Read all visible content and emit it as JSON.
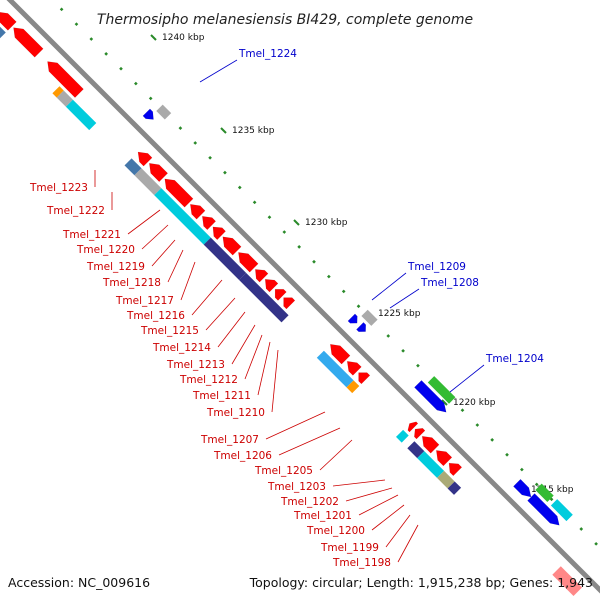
{
  "title": "Thermosipho melanesiensis BI429, complete genome",
  "footer": {
    "accession": "Accession: NC_009616",
    "summary": "Topology: circular; Length: 1,915,238 bp; Genes: 1,943"
  },
  "kbp_labels": [
    "1240 kbp",
    "1235 kbp",
    "1230 kbp",
    "1225 kbp",
    "1220 kbp",
    "1215 kbp"
  ],
  "gene_labels": {
    "reverse": [
      "Tmel_1223",
      "Tmel_1222",
      "Tmel_1221",
      "Tmel_1220",
      "Tmel_1219",
      "Tmel_1218",
      "Tmel_1217",
      "Tmel_1216",
      "Tmel_1215",
      "Tmel_1214",
      "Tmel_1213",
      "Tmel_1212",
      "Tmel_1211",
      "Tmel_1210",
      "Tmel_1207",
      "Tmel_1206",
      "Tmel_1205",
      "Tmel_1203",
      "Tmel_1202",
      "Tmel_1201",
      "Tmel_1200",
      "Tmel_1199",
      "Tmel_1198"
    ],
    "forward": [
      "Tmel_1224",
      "Tmel_1209",
      "Tmel_1208",
      "Tmel_1204"
    ]
  },
  "colors": {
    "cds": "#ff0000",
    "cds_forward": "#0000ee",
    "cog_cyan": "#00ccdd",
    "cog_light_blue": "#33aaee",
    "cog_navy": "#333388",
    "cog_green": "#33bb33",
    "cog_gray": "#aaaaaa",
    "cog_steel": "#4477aa",
    "cog_orange": "#ff9900",
    "cog_khaki": "#aaaa77",
    "label_reverse": "#cc0000",
    "label_forward": "#0000cc",
    "tick": "#2a8a2a",
    "backbone": "#888888"
  }
}
